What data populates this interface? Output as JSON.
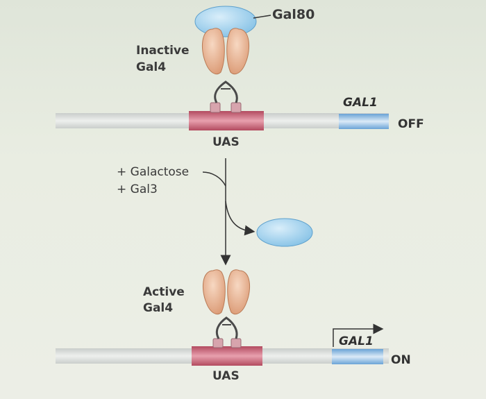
{
  "labels": {
    "gal80": "Gal80",
    "inactive_line1": "Inactive",
    "inactive_line2": "Gal4",
    "gal1_top": "GAL1",
    "off": "OFF",
    "uas_top": "UAS",
    "galactose": "+ Galactose",
    "gal3": "+ Gal3",
    "active_line1": "Active",
    "active_line2": "Gal4",
    "gal1_bottom": "GAL1",
    "on": "ON",
    "uas_bottom": "UAS"
  },
  "colors": {
    "gal80_fill": "#9fd0ec",
    "gal4_fill": "#e6b08c",
    "uas_fill": "#c2576b",
    "gal1_fill": "#8ab8e2",
    "dna_fill": "#d2d6d4"
  }
}
